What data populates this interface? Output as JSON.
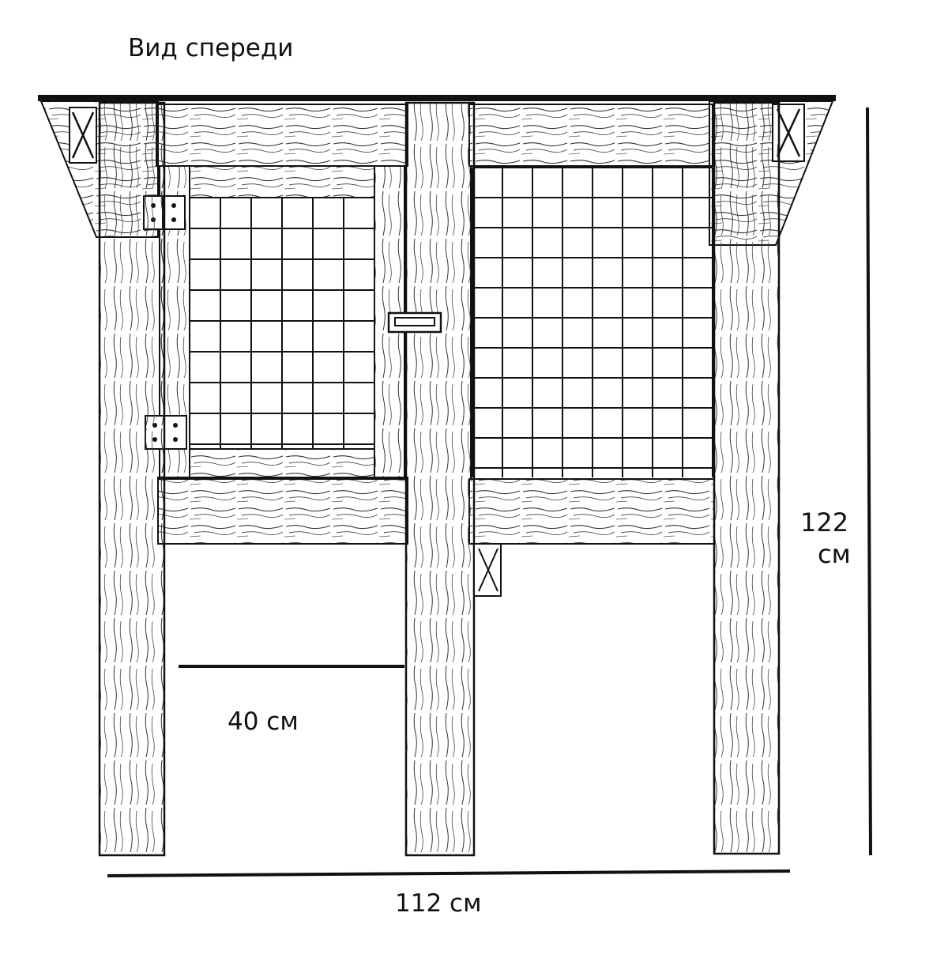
{
  "diagram": {
    "title": "Вид спереди",
    "dimensions": {
      "door_width": "40 см",
      "total_width": "112 см",
      "height_value": "122",
      "height_unit": "см"
    }
  }
}
